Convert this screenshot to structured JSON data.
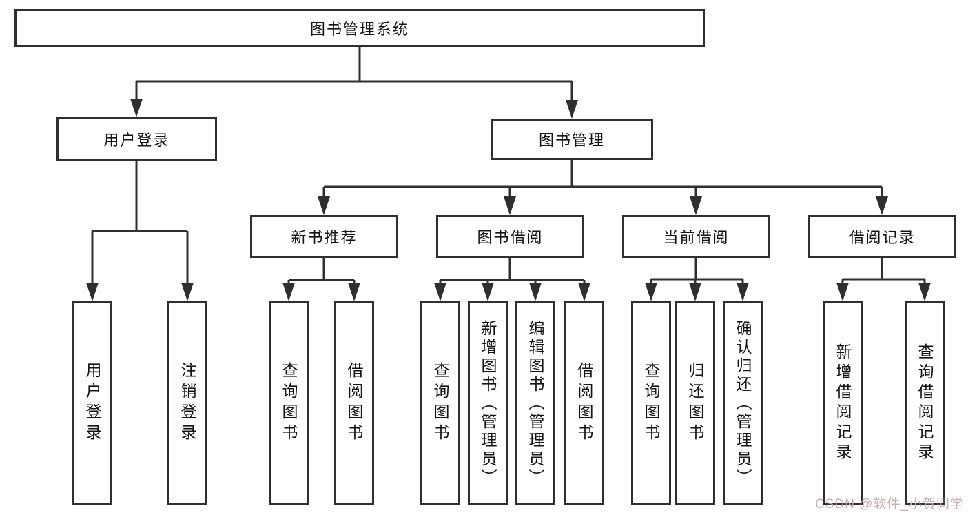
{
  "tree": {
    "root": "图书管理系统",
    "user_login": {
      "label": "用户登录",
      "leaf_login": "用户登录",
      "leaf_logout": "注销登录"
    },
    "book_mgmt": {
      "label": "图书管理",
      "new_book_rec": {
        "label": "新书推荐",
        "leaf_query": "查询图书",
        "leaf_borrow": "借阅图书"
      },
      "book_borrow": {
        "label": "图书借阅",
        "leaf_query": "查询图书",
        "leaf_add": "新增图书（管理员）",
        "leaf_edit": "编辑图书（管理员）",
        "leaf_borrow": "借阅图书"
      },
      "current_borrow": {
        "label": "当前借阅",
        "leaf_query": "查询图书",
        "leaf_return": "归还图书",
        "leaf_confirm": "确认归还（管理员）"
      },
      "borrow_records": {
        "label": "借阅记录",
        "leaf_add": "新增借阅记录",
        "leaf_query": "查询借阅记录"
      }
    }
  },
  "watermark": {
    "text": "CSDN @软件_小贺同学"
  },
  "colors": {
    "line": "#2f2f2f",
    "watermark": "#c9b0b0"
  }
}
